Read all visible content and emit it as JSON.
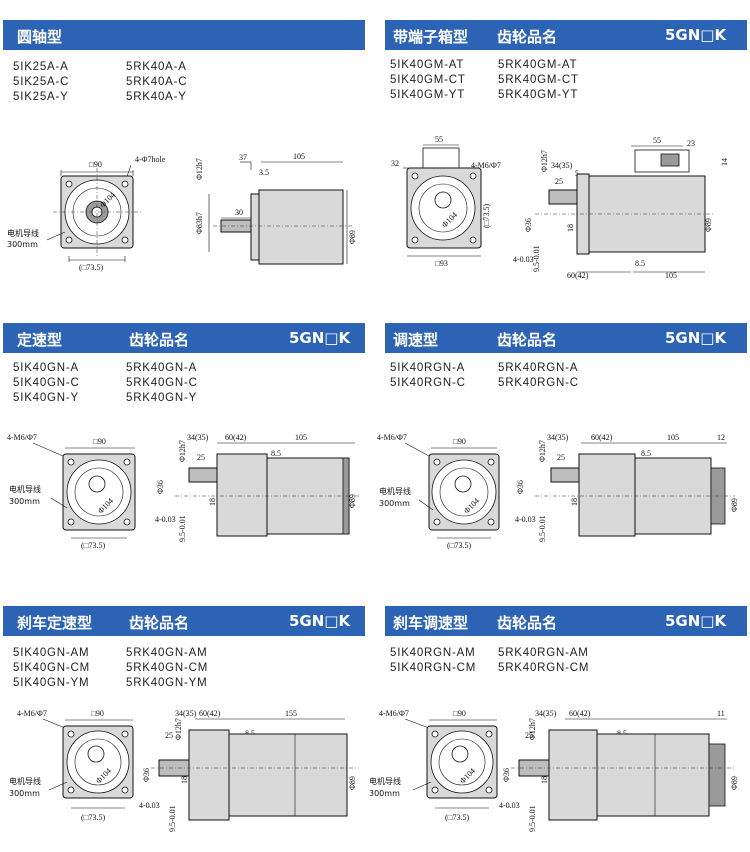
{
  "panels": [
    {
      "title": "圆轴型",
      "subtitle": "",
      "code": "",
      "models_left": [
        "5IK25A-A",
        "5IK25A-C",
        "5IK25A-Y"
      ],
      "models_right": [
        "5RK40A-A",
        "5RK40A-C",
        "5RK40A-Y"
      ],
      "front": {
        "top": "□90",
        "hole": "4-Φ7hole",
        "dia": "Φ104",
        "bottom": "(□73.5)",
        "lead": "电机导线",
        "lead_len": "300mm"
      },
      "side": {
        "d1": "37",
        "d2": "105",
        "d3": "3.5",
        "d4": "30",
        "d5": "Φ12h7",
        "d6": "Φ83h7",
        "d7": "Φ89"
      }
    },
    {
      "title": "带端子箱型",
      "subtitle": "齿轮品名",
      "code": "5GN□K",
      "models_left": [
        "5IK40GM-AT",
        "5IK40GM-CT",
        "5IK40GM-YT"
      ],
      "models_right": [
        "5RK40GM-AT",
        "5RK40GM-CT",
        "5RK40GM-YT"
      ],
      "front": {
        "top": "55",
        "left": "32",
        "hole": "4-M6/Φ7",
        "dia": "Φ104",
        "inner": "(□73.5)",
        "bottom": "□93"
      },
      "side": {
        "d1": "55",
        "d2": "23",
        "d3": "34(35)",
        "d4": "5",
        "d5": "25",
        "d6": "14",
        "d7": "18",
        "d8": "8.5",
        "d9": "60(42)",
        "d10": "105",
        "d11": "Φ12h7",
        "d12": "Φ36",
        "d13": "Φ89",
        "tol1": "4-0.03",
        "tol2": "9.5-0.01"
      }
    },
    {
      "title": "定速型",
      "subtitle": "齿轮品名",
      "code": "5GN□K",
      "models_left": [
        "5IK40GN-A",
        "5IK40GN-C",
        "5IK40GN-Y"
      ],
      "models_right": [
        "5RK40GN-A",
        "5RK40GN-C",
        "5RK40GN-Y"
      ],
      "front": {
        "top": "□90",
        "hole": "4-M6/Φ7",
        "dia": "Φ104",
        "bottom": "(□73.5)",
        "lead": "电机导线",
        "lead_len": "300mm"
      },
      "side": {
        "d1": "34(35)",
        "d2": "60(42)",
        "d3": "105",
        "d4": "25",
        "d5": "8.5",
        "d6": "18",
        "d7": "Φ12h7",
        "d8": "Φ36",
        "d9": "Φ89",
        "tol1": "4-0.03",
        "tol2": "9.5-0.01"
      }
    },
    {
      "title": "调速型",
      "subtitle": "齿轮品名",
      "code": "5GN□K",
      "models_left": [
        "5IK40RGN-A",
        "5IK40RGN-C"
      ],
      "models_right": [
        "5RK40RGN-A",
        "5RK40RGN-C"
      ],
      "front": {
        "top": "□90",
        "hole": "4-M6/Φ7",
        "dia": "Φ104",
        "bottom": "(□73.5)",
        "lead": "电机导线",
        "lead_len": "300mm"
      },
      "side": {
        "d1": "34(35)",
        "d2": "60(42)",
        "d3": "105",
        "d4": "12",
        "d5": "25",
        "d6": "8.5",
        "d7": "18",
        "d8": "Φ12h7",
        "d9": "Φ36",
        "d10": "Φ89",
        "tol1": "4-0.03",
        "tol2": "9.5-0.01"
      }
    },
    {
      "title": "刹车定速型",
      "subtitle": "齿轮品名",
      "code": "5GN□K",
      "models_left": [
        "5IK40GN-AM",
        "5IK40GN-CM",
        "5IK40GN-YM"
      ],
      "models_right": [
        "5RK40GN-AM",
        "5RK40GN-CM",
        "5RK40GN-YM"
      ],
      "front": {
        "top": "□90",
        "hole": "4-M6/Φ7",
        "dia": "Φ104",
        "bottom": "(□73.5)",
        "lead": "电机导线",
        "lead_len": "300mm"
      },
      "side": {
        "d1": "34(35)",
        "d2": "60(42)",
        "d3": "155",
        "d4": "25",
        "d5": "8.5",
        "d6": "18",
        "d7": "Φ12h7",
        "d8": "Φ36",
        "d9": "Φ89",
        "tol1": "4-0.03",
        "tol2": "9.5-0.01"
      }
    },
    {
      "title": "刹车调速型",
      "subtitle": "齿轮品名",
      "code": "5GN□K",
      "models_left": [
        "5IK40RGN-AM",
        "5IK40RGN-CM"
      ],
      "models_right": [
        "5RK40RGN-AM",
        "5RK40RGN-CM"
      ],
      "front": {
        "top": "□90",
        "hole": "4-M6/Φ7",
        "dia": "Φ104",
        "bottom": "(□73.5)",
        "lead": "电机导线",
        "lead_len": "300mm"
      },
      "side": {
        "d1": "34(35)",
        "d2": "60(42)",
        "d3": "11",
        "d4": "25",
        "d5": "8.5",
        "d6": "18",
        "d7": "Φ12h7",
        "d8": "Φ36",
        "d9": "Φ89",
        "tol1": "4-0.03",
        "tol2": "9.5-0.01"
      }
    }
  ]
}
